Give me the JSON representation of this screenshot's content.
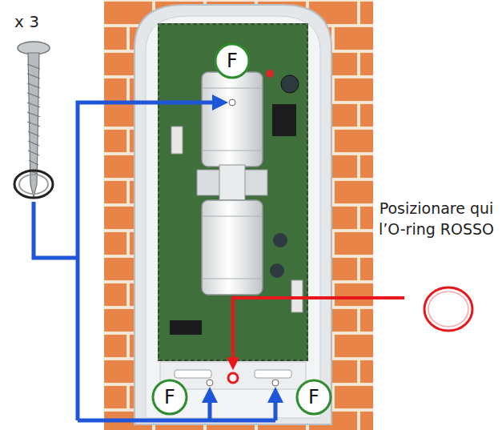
{
  "diagram": {
    "nodes": [
      {
        "text": [
          "F"
        ]
      },
      {
        "text": [
          "F"
        ]
      },
      {
        "text": [
          "F"
        ]
      }
    ],
    "labels": [
      "x 3",
      "Posizionare qui l’O-ring ROSSO"
    ]
  }
}
